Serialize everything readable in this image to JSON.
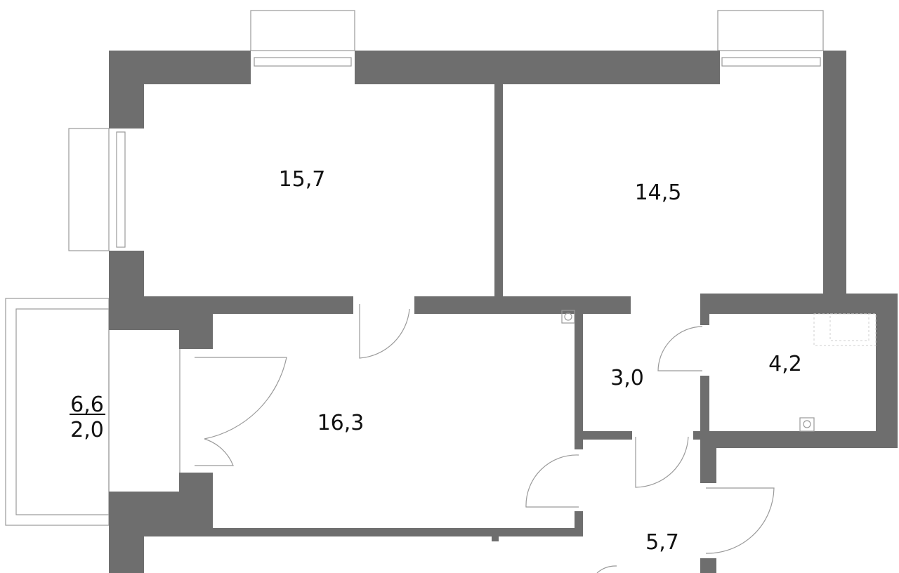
{
  "plan": {
    "wall_color": "#6e6e6e",
    "rooms": [
      {
        "id": "bedroom-1",
        "area": "15,7"
      },
      {
        "id": "bedroom-2",
        "area": "14,5"
      },
      {
        "id": "living-room",
        "area": "16,3"
      },
      {
        "id": "bathroom",
        "area": "3,0"
      },
      {
        "id": "bathroom-2",
        "area": "4,2"
      },
      {
        "id": "hallway",
        "area": "5,7"
      }
    ],
    "balcony": {
      "area": "6,6",
      "reduced_area": "2,0"
    }
  }
}
